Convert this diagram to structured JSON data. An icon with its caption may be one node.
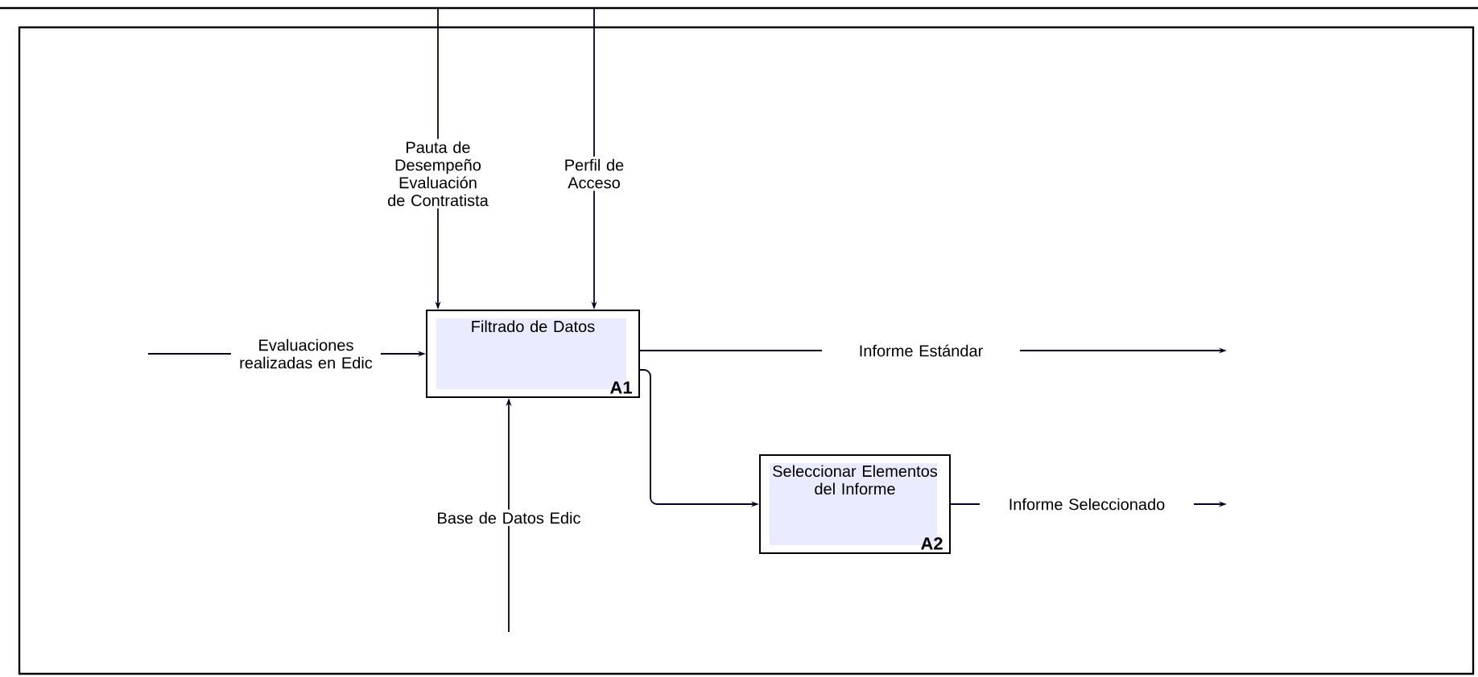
{
  "diagram": {
    "nodes": [
      {
        "text": [
          "Filtrado de Datos",
          "A1"
        ]
      },
      {
        "text": [
          "Seleccionar Elementos del Informe",
          "A2"
        ]
      }
    ],
    "edges": [
      {
        "from": null,
        "to": 0,
        "arrow": "to",
        "label": "Evaluaciones realizadas en Edic"
      },
      {
        "from": null,
        "to": 0,
        "arrow": "to",
        "label": "Pauta de Desempeño Evaluación de Contratista"
      },
      {
        "from": null,
        "to": 0,
        "arrow": "to",
        "label": "Perfil de Acceso"
      },
      {
        "from": null,
        "to": 0,
        "arrow": "to",
        "label": "Base de Datos Edic"
      },
      {
        "from": 0,
        "to": null,
        "arrow": "to",
        "label": "Informe Estándar"
      },
      {
        "from": 0,
        "to": 1,
        "arrow": "to"
      },
      {
        "from": 1,
        "to": null,
        "arrow": "to",
        "label": "Informe Seleccionado"
      }
    ]
  }
}
